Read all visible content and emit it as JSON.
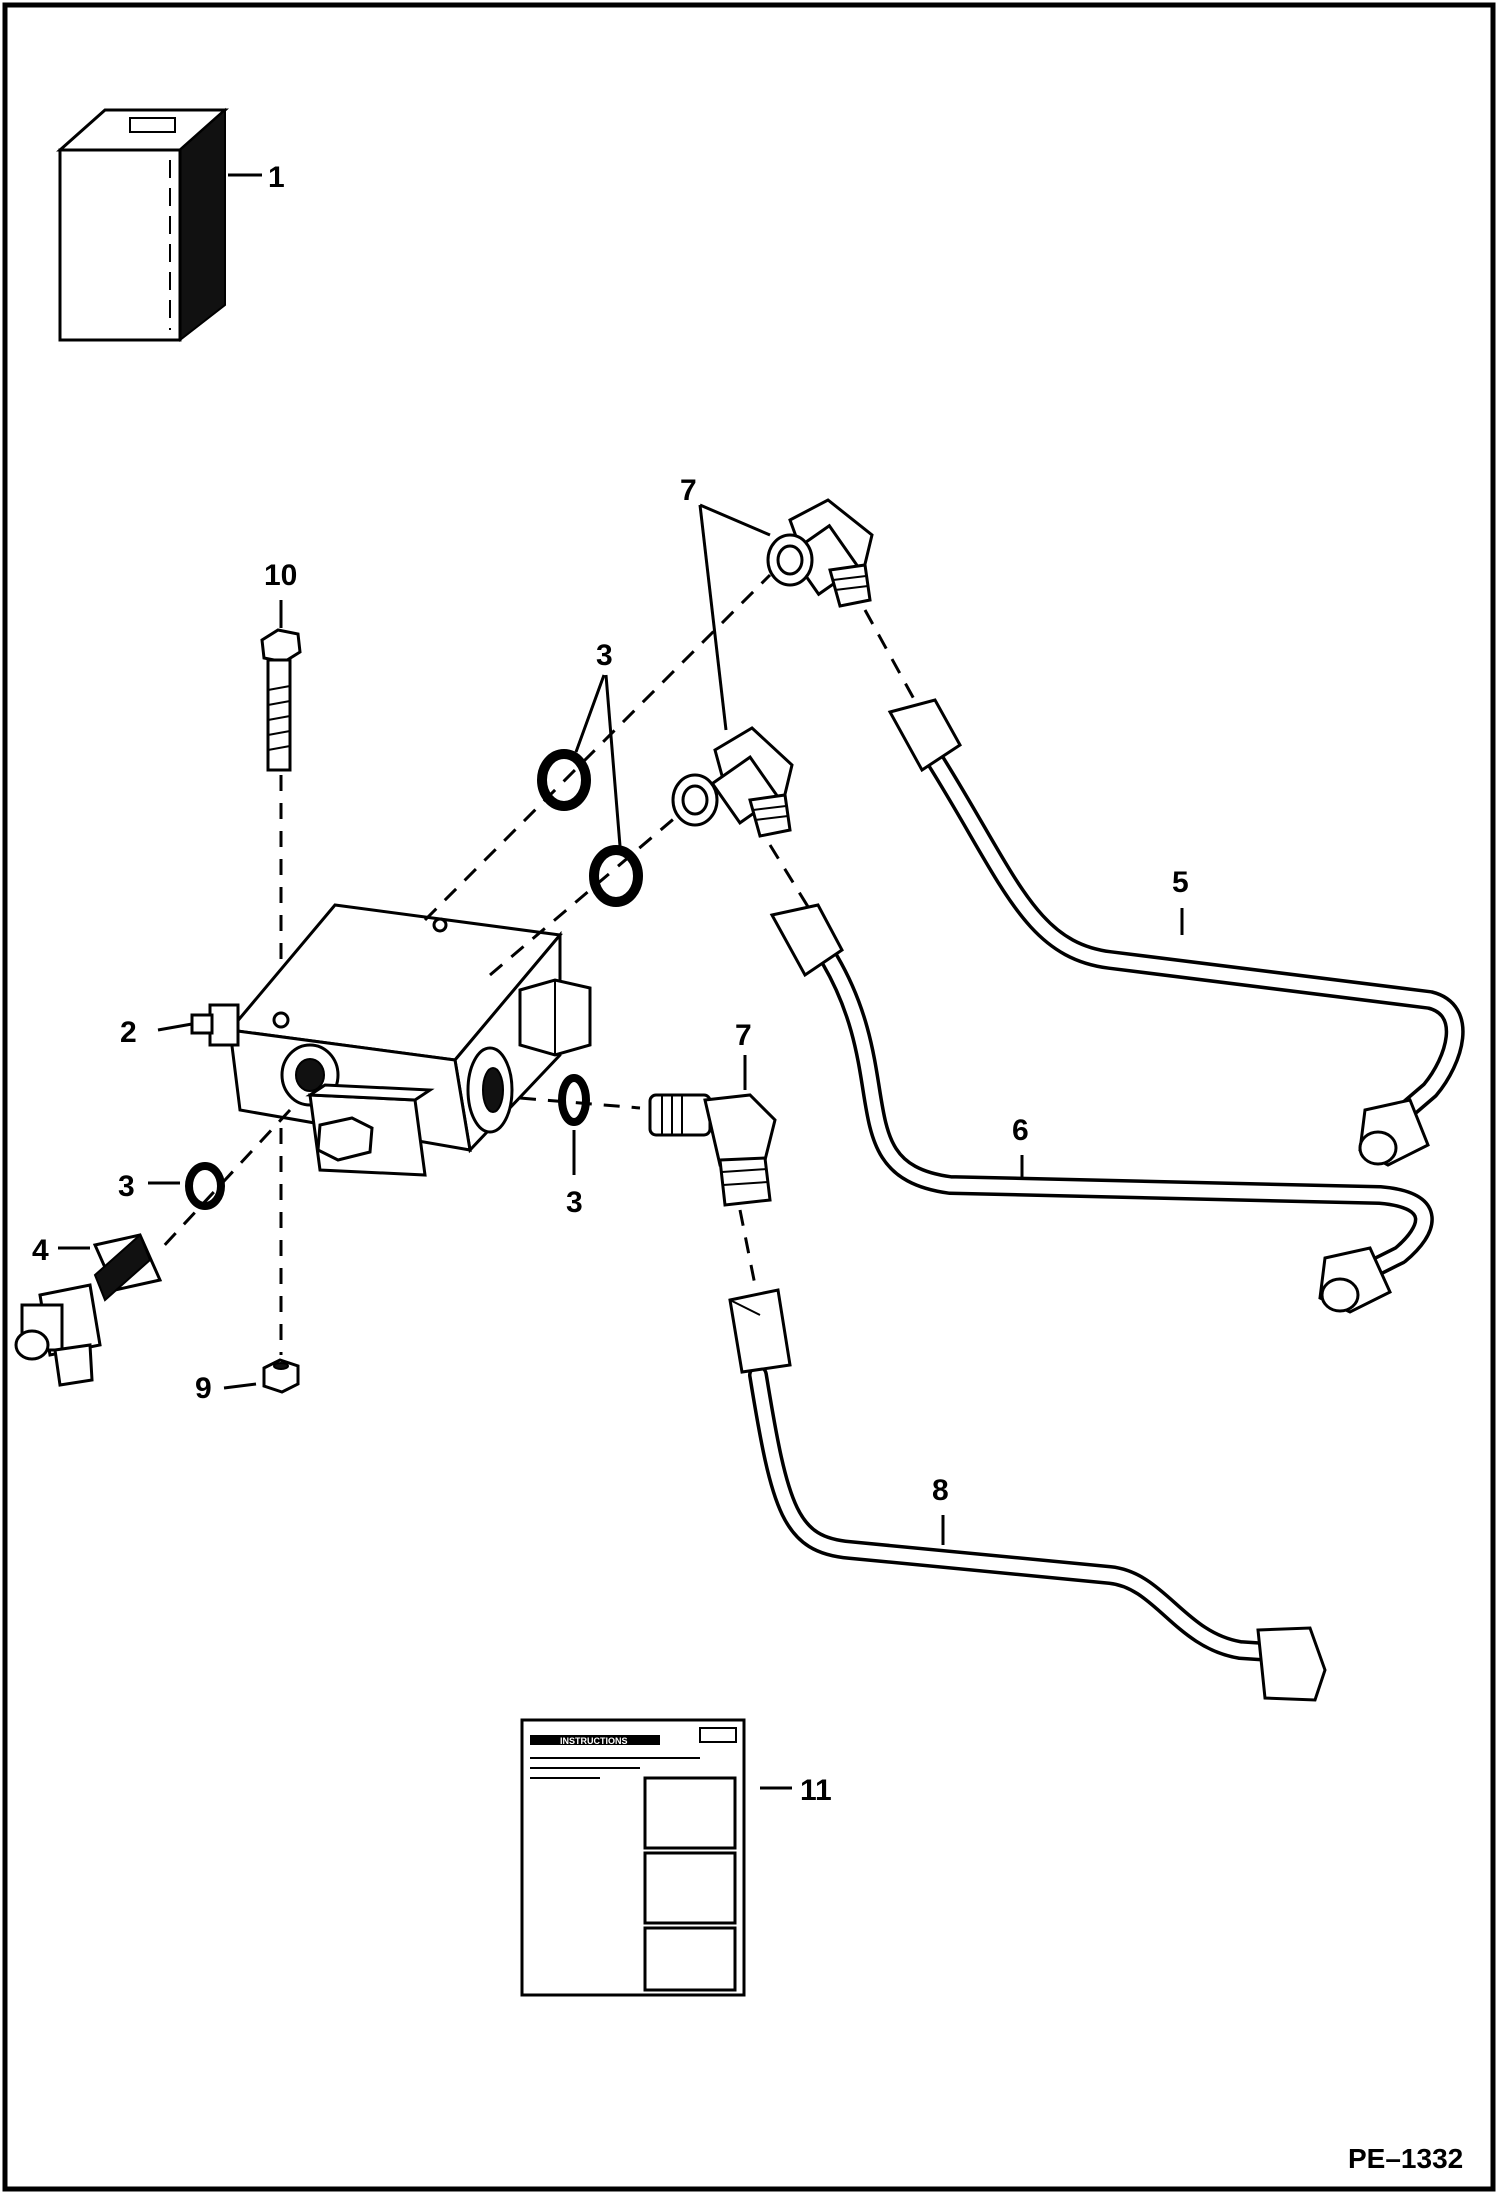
{
  "figure_code": "PE–1332",
  "callouts": [
    {
      "id": "c1",
      "text": "1"
    },
    {
      "id": "c2",
      "text": "2"
    },
    {
      "id": "c3a",
      "text": "3"
    },
    {
      "id": "c3b",
      "text": "3"
    },
    {
      "id": "c3c",
      "text": "3"
    },
    {
      "id": "c4",
      "text": "4"
    },
    {
      "id": "c5",
      "text": "5"
    },
    {
      "id": "c6",
      "text": "6"
    },
    {
      "id": "c7a",
      "text": "7"
    },
    {
      "id": "c7b",
      "text": "7"
    },
    {
      "id": "c8",
      "text": "8"
    },
    {
      "id": "c9",
      "text": "9"
    },
    {
      "id": "c10",
      "text": "10"
    },
    {
      "id": "c11",
      "text": "11"
    }
  ],
  "instruction_card": {
    "header": "INSTRUCTIONS"
  }
}
